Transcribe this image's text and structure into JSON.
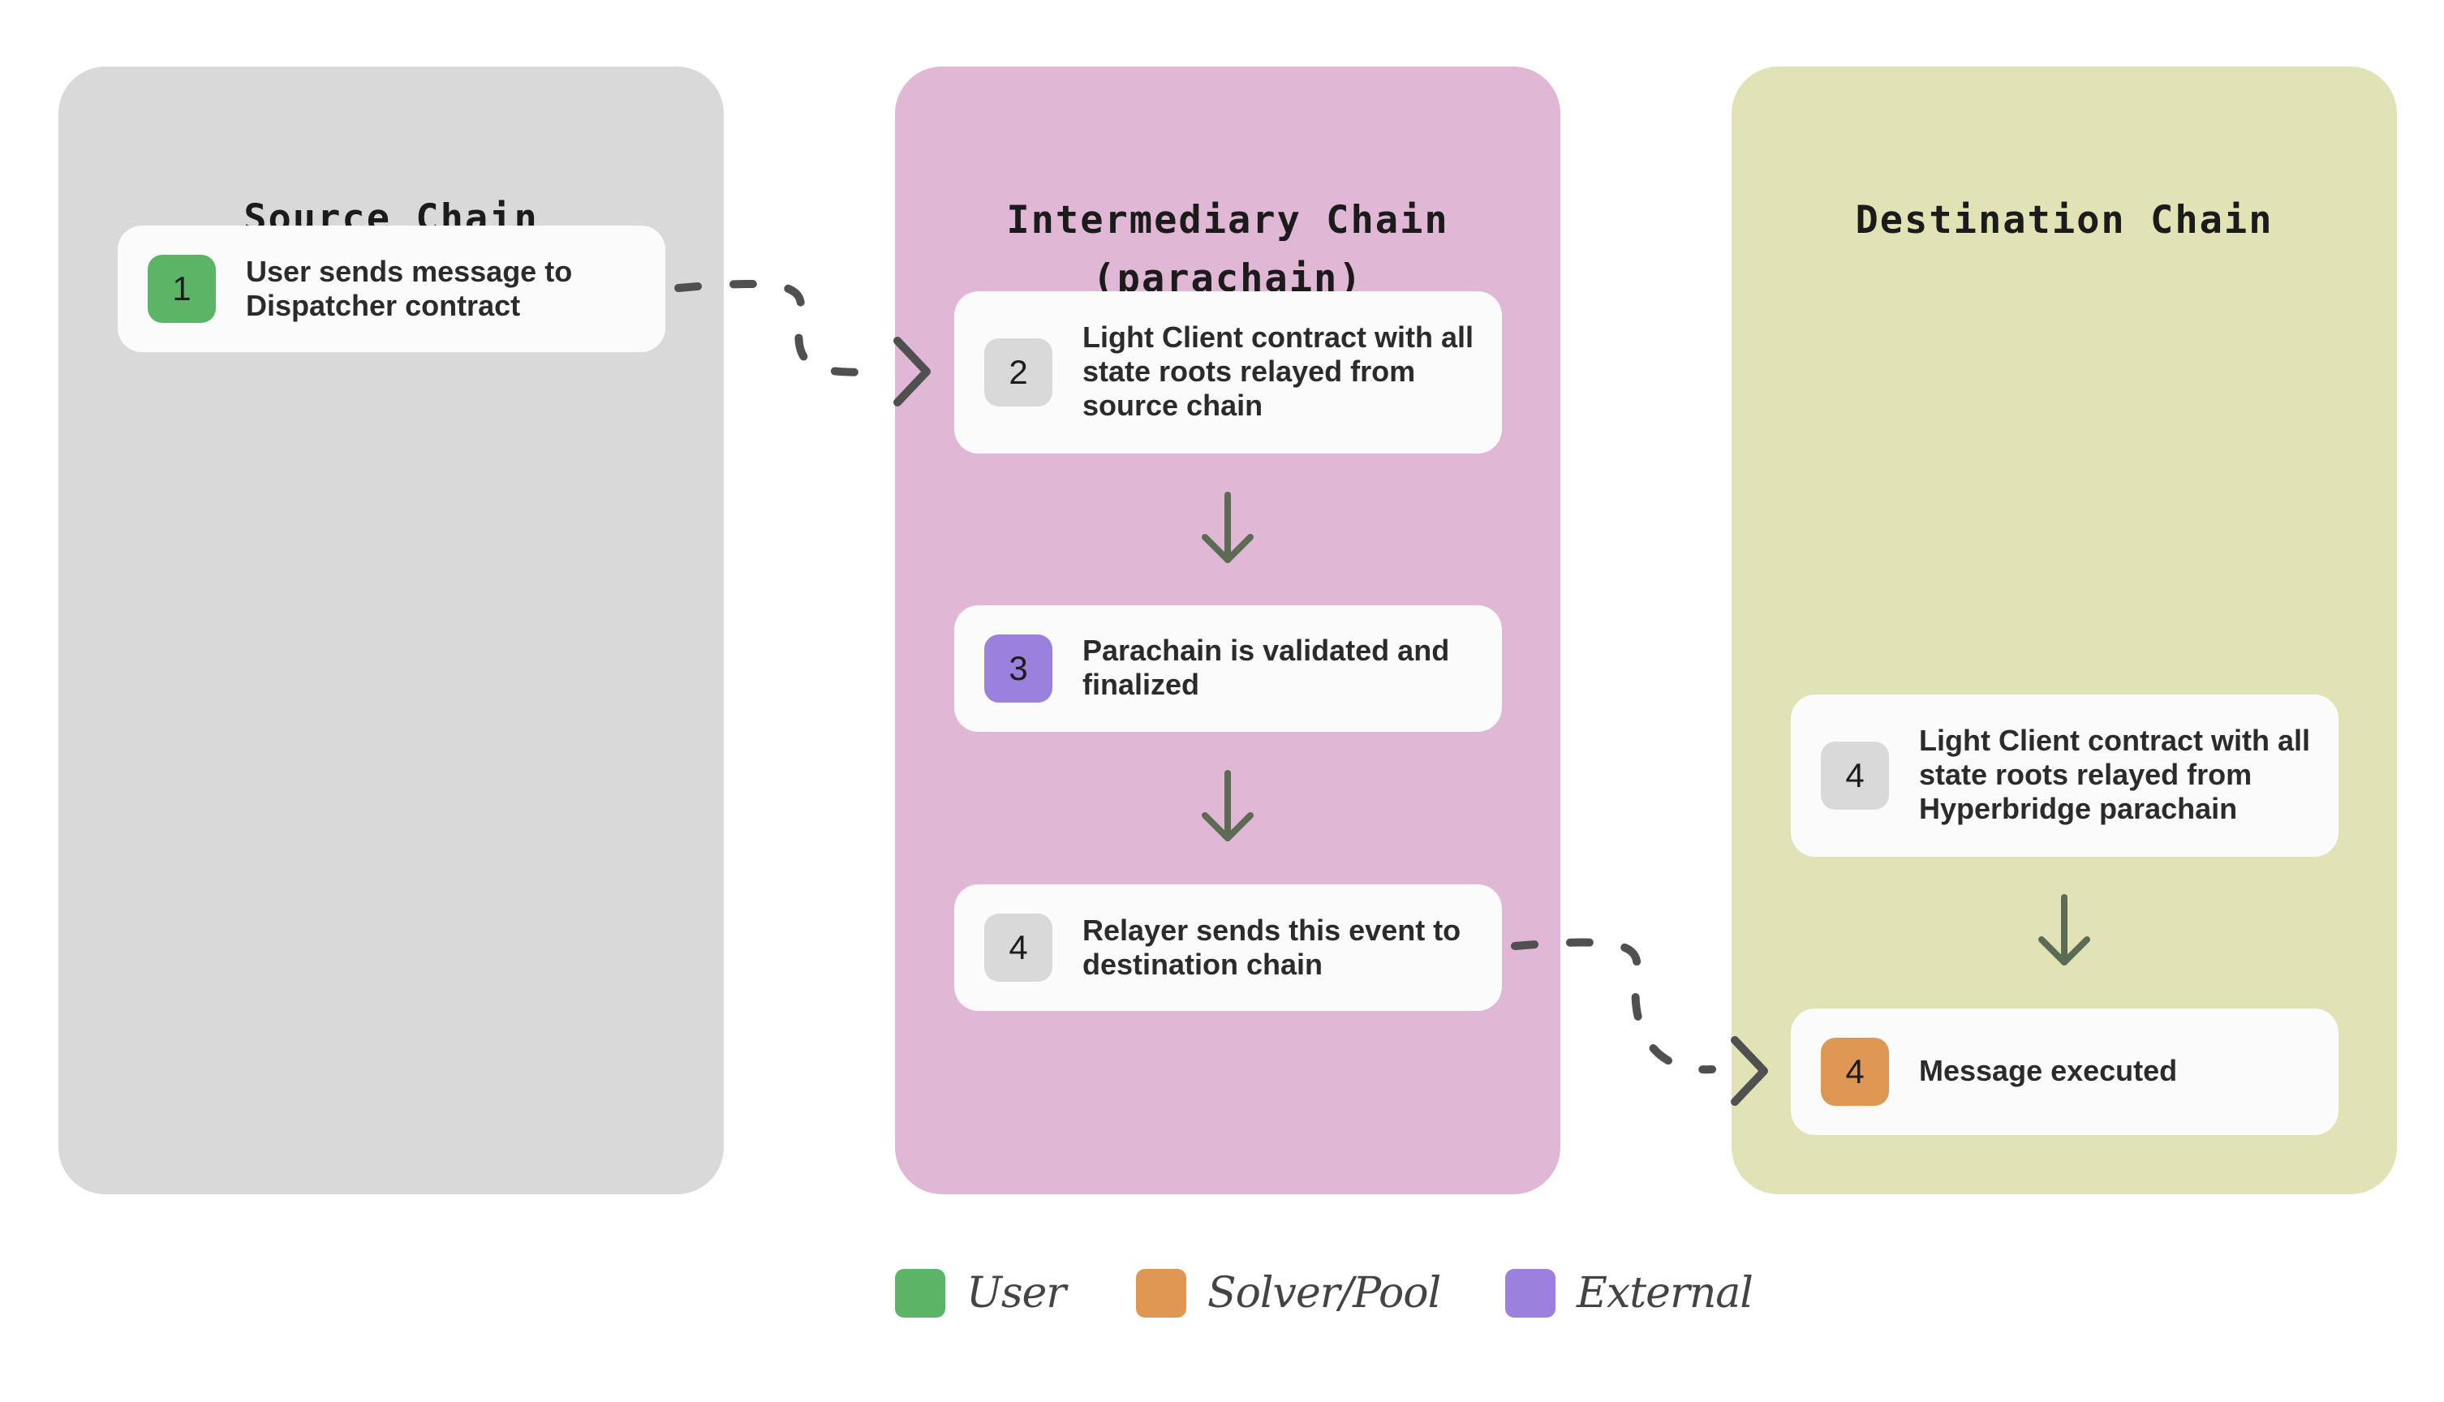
{
  "colors": {
    "source_panel": "#d9d9d9",
    "intermediary_panel": "#e0b7d4",
    "destination_panel": "#e2e3b5",
    "user": "#5cb467",
    "solver_pool": "#df9853",
    "external": "#9b80dd",
    "neutral_badge": "#d9d9d9",
    "arrow": "#5c6b54",
    "dashed_arrow": "#505050"
  },
  "panels": {
    "source": {
      "title": "Source Chain",
      "cards": [
        {
          "badge": "1",
          "badge_color": "user",
          "text": "User sends message to Dispatcher contract"
        }
      ]
    },
    "intermediary": {
      "title": "Intermediary Chain\n(parachain)",
      "cards": [
        {
          "badge": "2",
          "badge_color": "neutral_badge",
          "text": "Light Client contract with all state roots relayed from source chain"
        },
        {
          "badge": "3",
          "badge_color": "external",
          "text": "Parachain is validated and finalized"
        },
        {
          "badge": "4",
          "badge_color": "neutral_badge",
          "text": "Relayer sends this event to destination chain"
        }
      ]
    },
    "destination": {
      "title": "Destination Chain",
      "cards": [
        {
          "badge": "4",
          "badge_color": "neutral_badge",
          "text": "Light Client contract with all state roots relayed from Hyperbridge parachain"
        },
        {
          "badge": "4",
          "badge_color": "solver_pool",
          "text": "Message executed"
        }
      ]
    }
  },
  "legend": [
    {
      "label": "User",
      "color": "user"
    },
    {
      "label": "Solver/Pool",
      "color": "solver_pool"
    },
    {
      "label": "External",
      "color": "external"
    }
  ]
}
